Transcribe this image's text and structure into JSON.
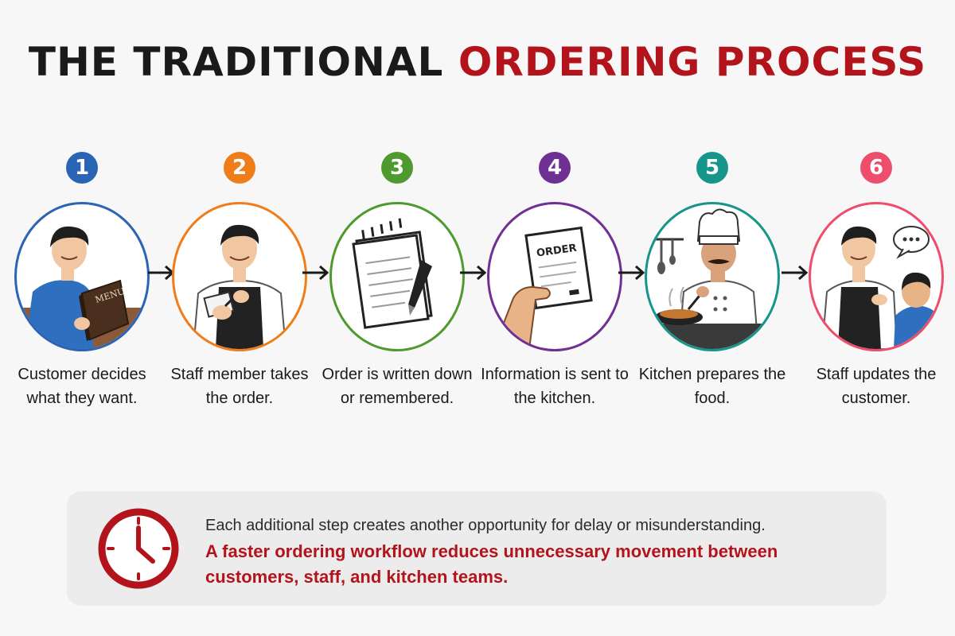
{
  "title": {
    "part1": "THE TRADITIONAL",
    "part2": "ORDERING PROCESS"
  },
  "steps": [
    {
      "number": "1",
      "caption": "Customer decides what they want.",
      "color": "#2a64b5",
      "icon": "customer-reading-menu-icon",
      "menu_label": "MENU"
    },
    {
      "number": "2",
      "caption": "Staff member takes the order.",
      "color": "#ef7d1a",
      "icon": "waiter-writing-order-icon"
    },
    {
      "number": "3",
      "caption": "Order is written down or remembered.",
      "color": "#4f9a2e",
      "icon": "notepad-and-pen-icon"
    },
    {
      "number": "4",
      "caption": "Information is sent to the kitchen.",
      "color": "#6f2f93",
      "icon": "order-ticket-icon",
      "ticket_label": "ORDER"
    },
    {
      "number": "5",
      "caption": "Kitchen prepares the food.",
      "color": "#16968a",
      "icon": "chef-cooking-icon"
    },
    {
      "number": "6",
      "caption": "Staff updates the customer.",
      "color": "#ee4d6c",
      "icon": "waiter-talking-to-customer-icon"
    }
  ],
  "note": {
    "icon": "clock-icon",
    "line1": "Each additional step creates another opportunity for delay or misunderstanding.",
    "line2": "A faster ordering workflow reduces unnecessary movement between customers, staff, and kitchen teams."
  }
}
